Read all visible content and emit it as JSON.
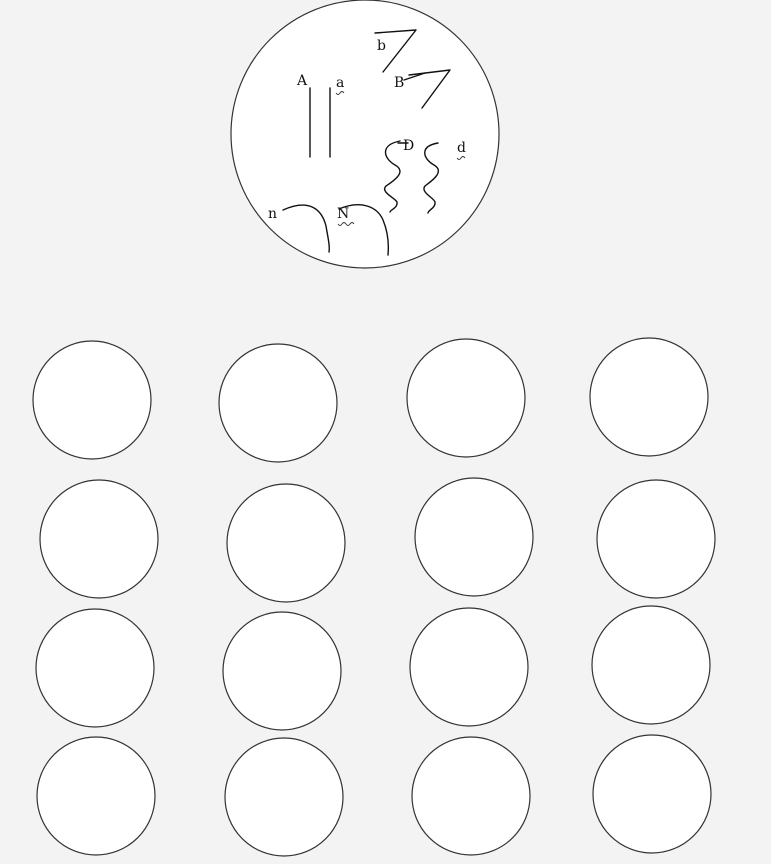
{
  "diagram": {
    "nucleus": {
      "labels": {
        "A": "A",
        "a": "a",
        "b": "b",
        "B": "B",
        "D": "D",
        "d": "d",
        "n": "n",
        "N": "N"
      }
    },
    "empty_circles": {
      "rows": 4,
      "columns": 4
    },
    "colors": {
      "background": "#f3f3f3",
      "stroke": "#333333"
    }
  }
}
